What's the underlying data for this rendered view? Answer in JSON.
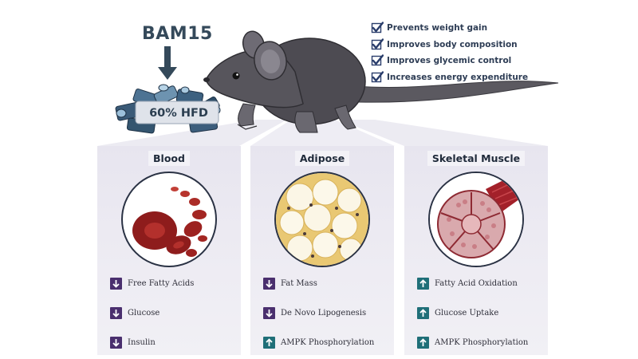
{
  "compound": {
    "name": "BAM15",
    "diet_label": "60% HFD"
  },
  "benefits": [
    "Prevents weight gain",
    "Improves body composition",
    "Improves glycemic control",
    "Increases energy expenditure"
  ],
  "panels": [
    {
      "title": "Blood",
      "effects": [
        {
          "label": "Free Fatty Acids",
          "direction": "down"
        },
        {
          "label": "Glucose",
          "direction": "down"
        },
        {
          "label": "Insulin",
          "direction": "down"
        }
      ]
    },
    {
      "title": "Adipose",
      "effects": [
        {
          "label": "Fat Mass",
          "direction": "down"
        },
        {
          "label": "De Novo Lipogenesis",
          "direction": "down"
        },
        {
          "label": "AMPK Phosphorylation",
          "direction": "up"
        }
      ]
    },
    {
      "title": "Skeletal Muscle",
      "effects": [
        {
          "label": "Fatty Acid Oxidation",
          "direction": "up"
        },
        {
          "label": "Glucose Uptake",
          "direction": "up"
        },
        {
          "label": "AMPK Phosphorylation",
          "direction": "up"
        }
      ]
    }
  ],
  "colors": {
    "decrease": "#4a2f6e",
    "increase": "#1f6f78",
    "check": "#2a3d6b",
    "mouse": "#4d4b52",
    "food": "#2f4a63"
  },
  "icons": {
    "decrease": "arrow-down-icon",
    "increase": "arrow-up-icon",
    "benefit": "checkmark-icon"
  }
}
